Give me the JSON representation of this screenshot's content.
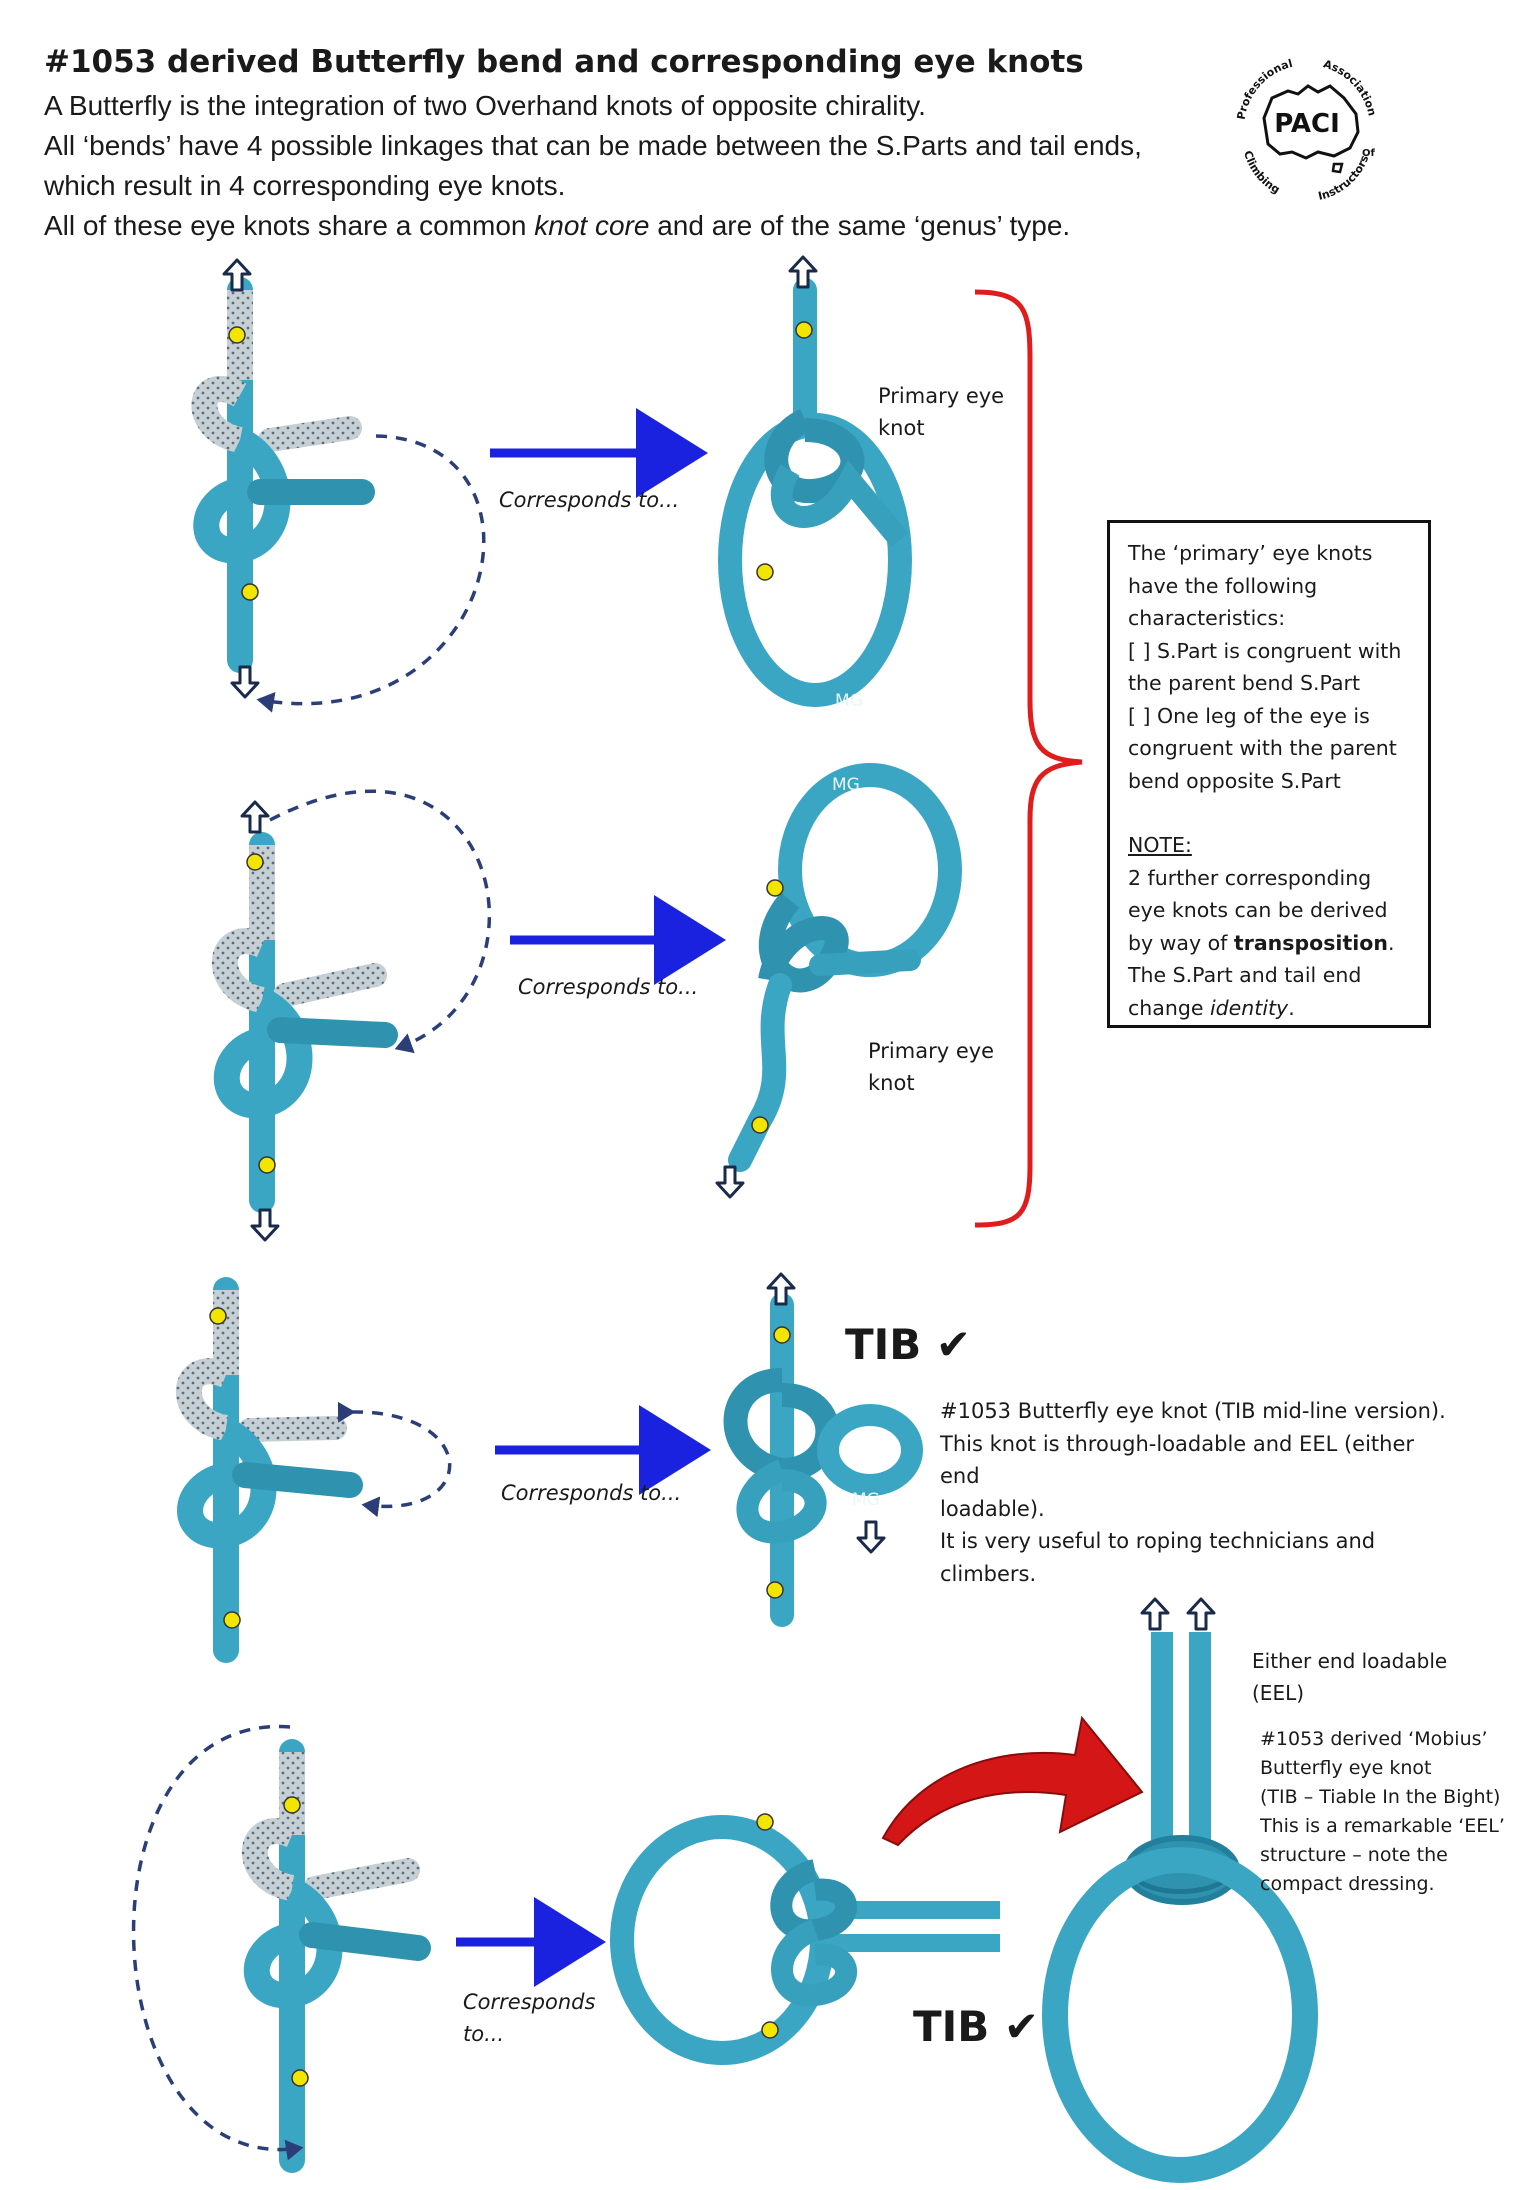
{
  "header": {
    "title": "#1053 derived Butterfly bend and corresponding eye knots",
    "intro_1": "A Butterfly is the integration of two Overhand knots of opposite chirality.",
    "intro_2": "All ‘bends’ have 4 possible linkages that can be made between the S.Parts and tail ends,",
    "intro_3": "which result in 4 corresponding eye knots.",
    "intro_4a": "All of these eye knots share a common ",
    "intro_4b": "knot core",
    "intro_4c": " and are of the same ‘genus’ type."
  },
  "logo": {
    "top_left": "Professional",
    "top_right": "Association",
    "center": "PACI",
    "bottom_left": "Climbing",
    "bottom_right": "Instructors",
    "of": "Of"
  },
  "arrows": {
    "corresponds_1": "Corresponds to...",
    "corresponds_2": "Corresponds to...",
    "corresponds_3": "Corresponds to...",
    "corresponds_4a": "Corresponds",
    "corresponds_4b": "to..."
  },
  "labels": {
    "primary_1a": "Primary eye",
    "primary_1b": "knot",
    "primary_2a": "Primary eye",
    "primary_2b": "knot",
    "mg": "MG"
  },
  "infobox": {
    "l1": "The ‘primary’ eye knots",
    "l2": "have the following",
    "l3": "characteristics:",
    "l4": "[ ] S.Part is congruent with",
    "l5": "the parent bend S.Part",
    "l6": "[ ] One leg of the eye is",
    "l7": "congruent with the parent",
    "l8": "bend opposite S.Part",
    "note": "NOTE:",
    "n1": "2 further corresponding",
    "n2": "eye knots can be derived",
    "n3a": "by way of ",
    "n3b": "transposition",
    "n3c": ".",
    "n4": "The S.Part and tail end",
    "n5a": "change ",
    "n5b": "identity",
    "n5c": "."
  },
  "section3": {
    "tib": "TIB",
    "check": "✔",
    "l1": "#1053 Butterfly eye knot (TIB mid-line version).",
    "l2": "This knot is through-loadable and EEL (either end",
    "l3": "loadable).",
    "l4": "It is very useful to roping technicians and",
    "l5": "climbers."
  },
  "section4": {
    "tib": "TIB",
    "check": "✔",
    "eel_1": "Either end loadable",
    "eel_2": "(EEL)",
    "d1": "#1053 derived ‘Mobius’",
    "d2": "Butterfly eye knot",
    "d3": "(TIB – Tiable In the Bight)",
    "d4": "This is a remarkable ‘EEL’",
    "d5": "structure – note the",
    "d6": "compact dressing."
  },
  "colors": {
    "rope_blue": "#3aa6c4",
    "rope_dark": "#23809c",
    "rope_grey": "#b9c3c8",
    "arrow_blue": "#1a22e0",
    "dash_navy": "#2b3e78",
    "brace_red": "#e01c1c",
    "marker_yellow": "#f2e600"
  }
}
